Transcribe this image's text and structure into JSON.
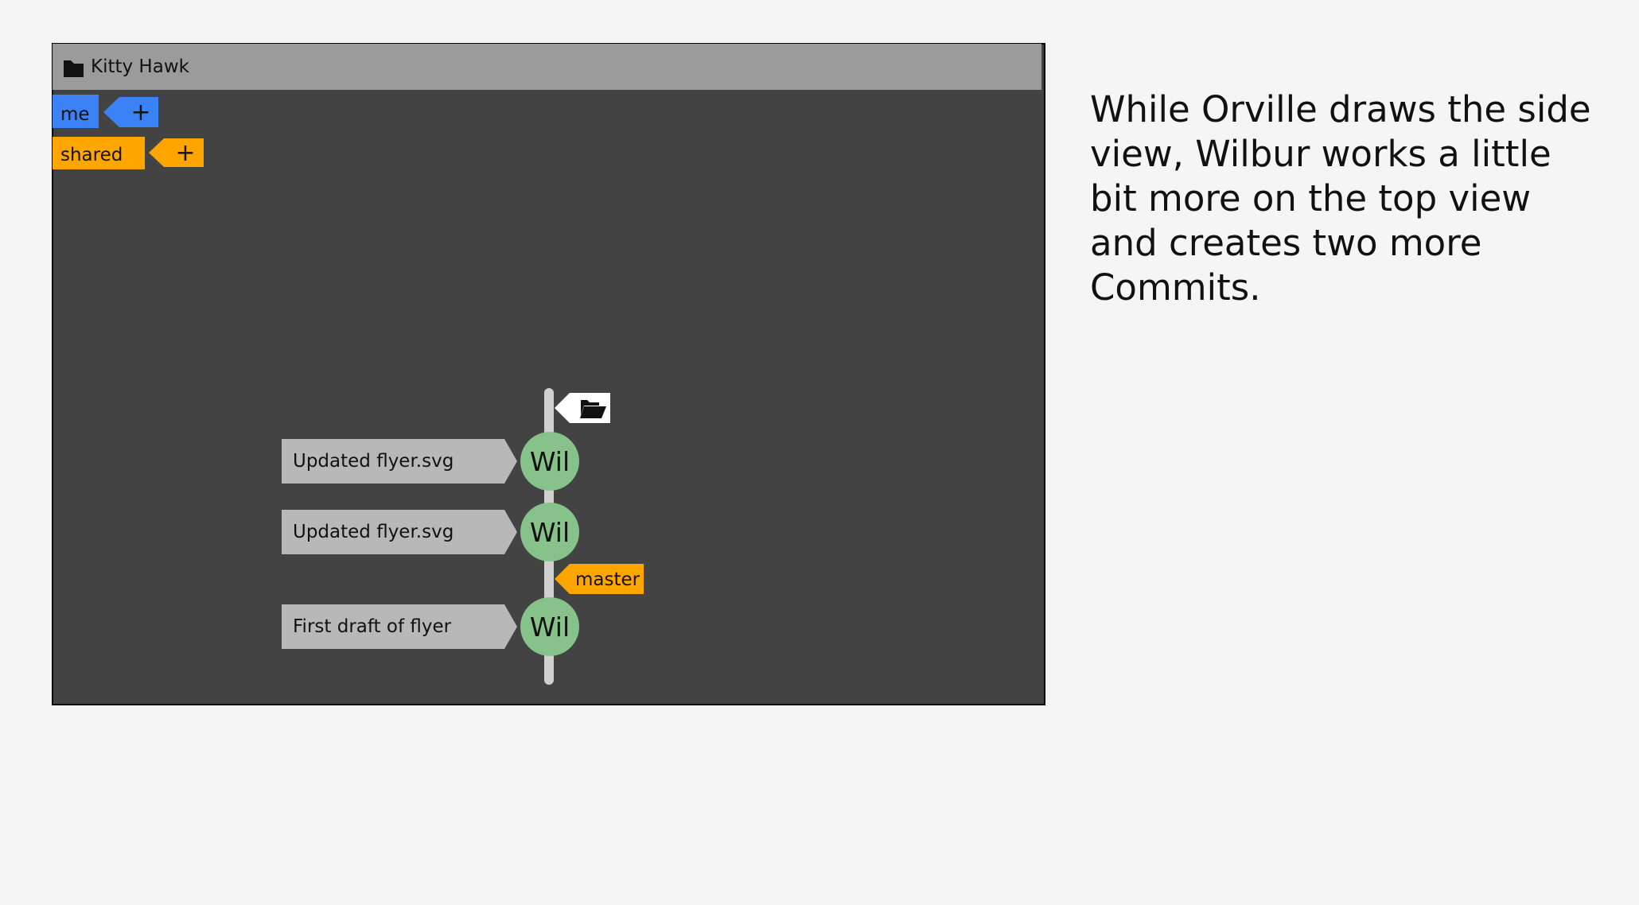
{
  "window": {
    "title": "Kitty Hawk",
    "title_icon": "folder-icon"
  },
  "colors": {
    "page_background": "#f5f5f5",
    "canvas_background": "#434343",
    "title_bar": "#9b9b9b",
    "branch_me": "#3b82f6",
    "branch_shared": "#ffa500",
    "commit_node": "#86c28a",
    "commit_label_box": "#b8b8b8",
    "timeline": "#d0d0d0",
    "text": "#111111"
  },
  "remotes": [
    {
      "label": "me",
      "add_label": "+",
      "color": "#3b82f6"
    },
    {
      "label": "shared",
      "add_label": "+",
      "color": "#ffa500"
    }
  ],
  "open_icon": "open-folder-icon",
  "commits": [
    {
      "message": "Updated flyer.svg",
      "author": "Wil"
    },
    {
      "message": "Updated flyer.svg",
      "author": "Wil"
    },
    {
      "message": "First draft of flyer",
      "author": "Wil"
    }
  ],
  "branch_tag": {
    "label": "master",
    "color": "#ffa500"
  },
  "narration": "While Orville draws the side view, Wilbur works a little bit more on the top view and creates two more Commits."
}
